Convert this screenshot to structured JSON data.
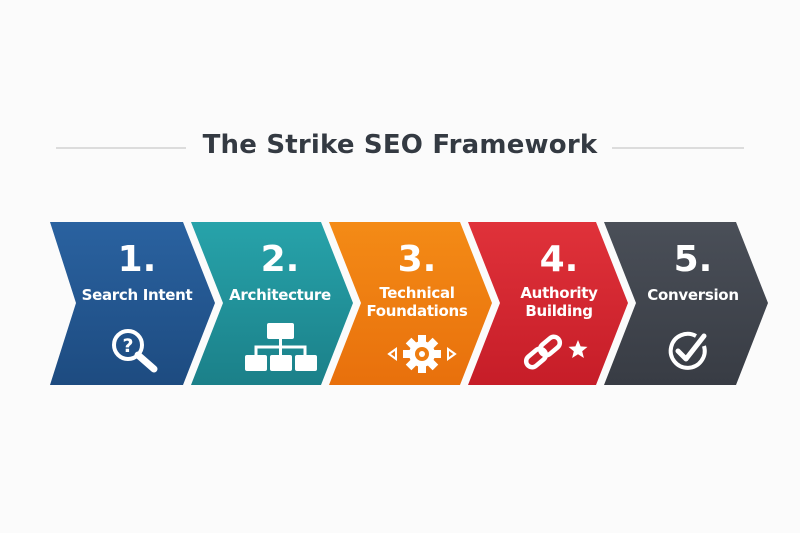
{
  "title": "The Strike SEO Framework",
  "steps": [
    {
      "number": "1.",
      "label": "Search Intent",
      "icon": "magnifier-question-icon",
      "color": "#23578f"
    },
    {
      "number": "2.",
      "label": "Architecture",
      "icon": "sitemap-hierarchy-icon",
      "color": "#21939b"
    },
    {
      "number": "3.",
      "label": "Technical Foundations",
      "label_line1": "Technical",
      "label_line2": "Foundations",
      "icon": "gear-arrows-icon",
      "color": "#ee7d10"
    },
    {
      "number": "4.",
      "label": "Authority Building",
      "label_line1": "Authority",
      "label_line2": "Building",
      "icon": "link-star-icon",
      "color": "#d6252f"
    },
    {
      "number": "5.",
      "label": "Conversion",
      "icon": "check-circle-icon",
      "color": "#41464f"
    }
  ]
}
